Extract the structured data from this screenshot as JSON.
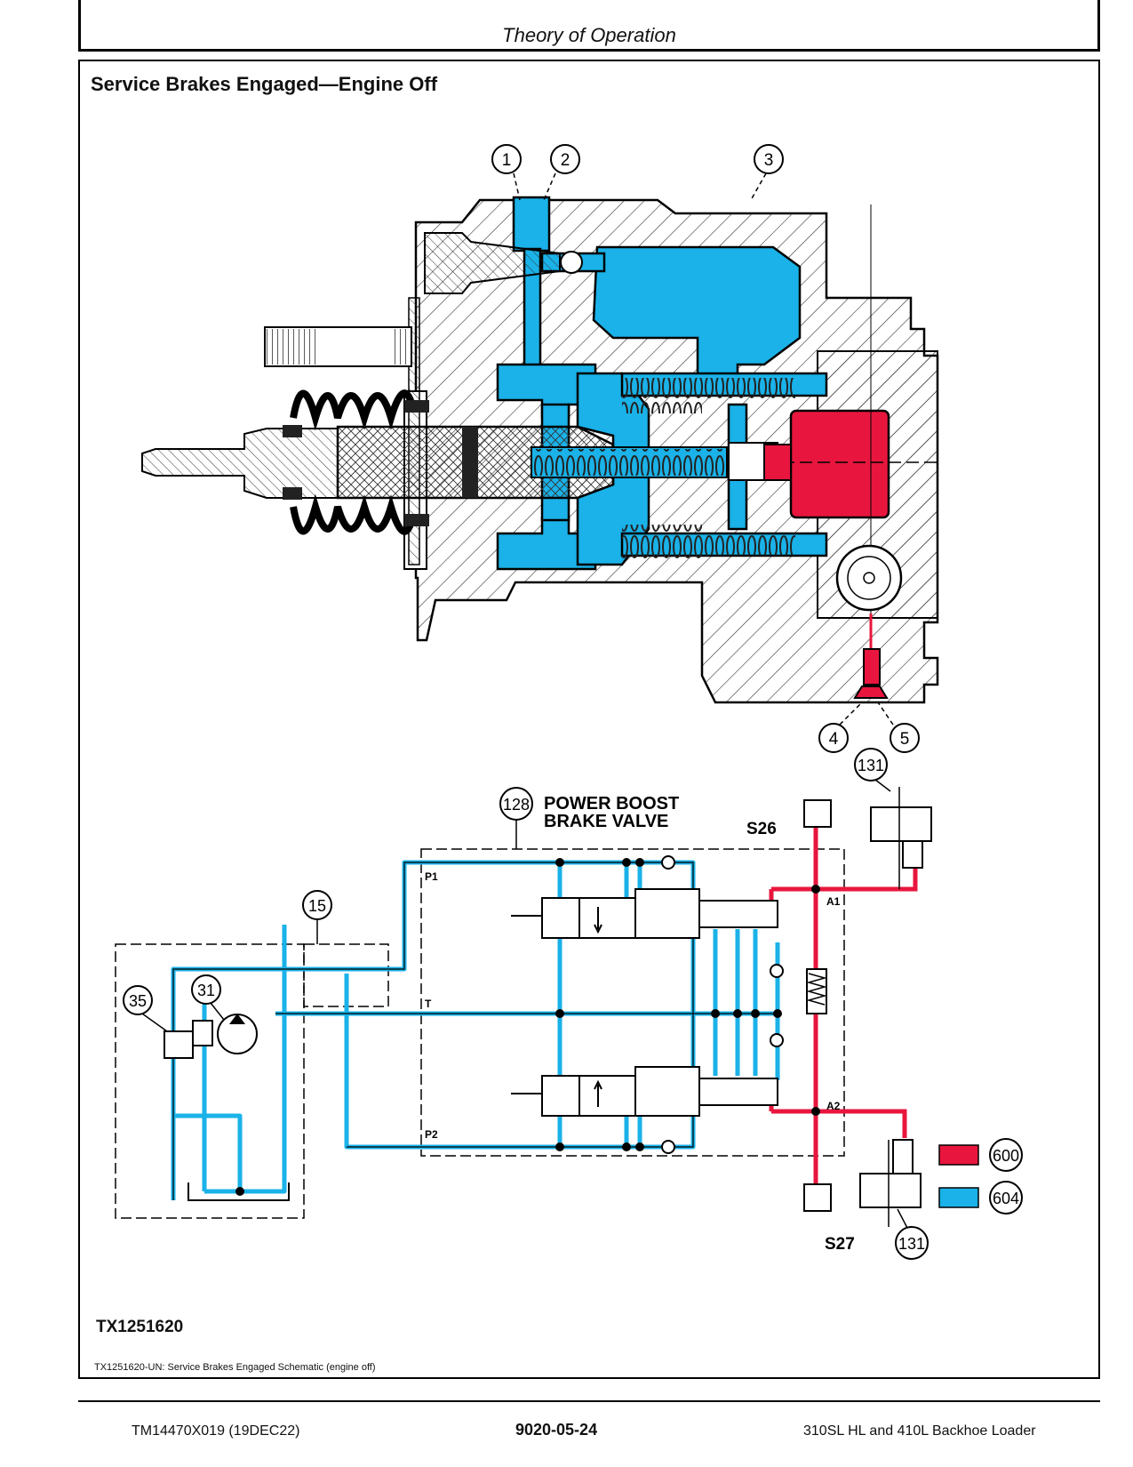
{
  "header": {
    "title": "Theory of Operation"
  },
  "figure": {
    "title": "Service Brakes Engaged—Engine Off",
    "id": "TX1251620",
    "caption": "TX1251620-UN: Service Brakes Engaged Schematic (engine off)"
  },
  "callouts": {
    "c1": "1",
    "c2": "2",
    "c3": "3",
    "c4": "4",
    "c5": "5",
    "c15": "15",
    "c31": "31",
    "c35": "35",
    "c128": "128",
    "c131a": "131",
    "c131b": "131",
    "c600": "600",
    "c604": "604"
  },
  "schematic": {
    "valve_label_1": "POWER BOOST",
    "valve_label_2": "BRAKE VALVE",
    "s26": "S26",
    "s27": "S27",
    "p1": "P1",
    "p2": "P2",
    "t": "T",
    "a1": "A1",
    "a2": "A2"
  },
  "legend": [
    {
      "code": "600",
      "color": "#e8163e"
    },
    {
      "code": "604",
      "color": "#1ab2e8"
    }
  ],
  "colors": {
    "red": "#e8163e",
    "blue": "#1ab2e8"
  },
  "footer": {
    "left": "TM14470X019 (19DEC22)",
    "center": "9020-05-24",
    "right": "310SL HL and 410L Backhoe Loader"
  }
}
